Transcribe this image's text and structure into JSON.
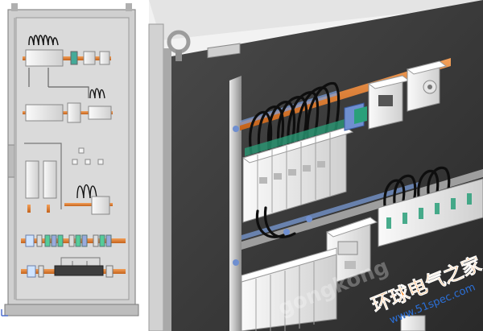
{
  "panels": {
    "left": {
      "name": "cabinet-overview-render"
    },
    "right": {
      "name": "cabinet-closeup-render"
    }
  },
  "watermark": {
    "brand_cn": "环球电气之家",
    "url": "www.51spec.com",
    "ghost_text": "gongkong"
  },
  "colors": {
    "background": "#ffffff",
    "cabinet_frame": "#c9c9c9",
    "mounting_plate": "#d7d7d7",
    "closeup_plate": "#3a3a3a",
    "din_rail": "#e07b2a",
    "wire": "#111111",
    "device": "#ececec",
    "accent_green": "#2aa07a",
    "accent_blue": "#5577cc",
    "watermark_orange": "#ff7a00",
    "watermark_blue": "#2b6fd6"
  }
}
